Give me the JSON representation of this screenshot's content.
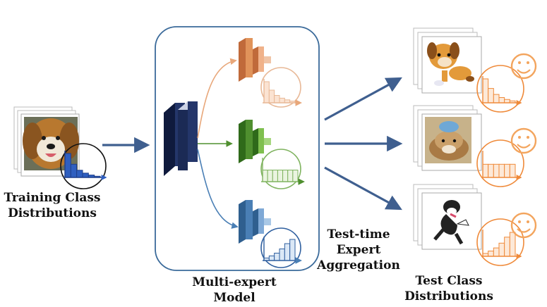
{
  "labels": {
    "training": {
      "line1": "Training Class",
      "line2": "Distributions"
    },
    "model": {
      "line1": "Multi-expert",
      "line2": "Model"
    },
    "aggregation": {
      "line1": "Test-time",
      "line2": "Expert",
      "line3": "Aggregation"
    },
    "test": {
      "line1": "Test Class",
      "line2": "Distributions"
    }
  },
  "images": {
    "training": "dog-photo",
    "test": [
      "cartoon-dog",
      "bulldog-photo",
      "cartoon-dog-running"
    ]
  },
  "icons": {
    "emotion": "smiley-icon"
  },
  "distributions": {
    "training": {
      "trend": "long-tailed",
      "values": [
        1.0,
        0.55,
        0.3,
        0.18,
        0.1,
        0.05
      ]
    },
    "expert_head": {
      "trend": "long-tailed",
      "values": [
        1.0,
        0.6,
        0.35,
        0.22,
        0.14,
        0.08
      ]
    },
    "expert_uniform": {
      "trend": "uniform",
      "values": [
        0.55,
        0.55,
        0.55,
        0.55,
        0.55,
        0.55,
        0.55
      ]
    },
    "expert_tail": {
      "trend": "inversely long-tailed",
      "values": [
        0.12,
        0.22,
        0.35,
        0.55,
        0.8,
        1.0
      ]
    },
    "test": [
      {
        "trend": "long-tailed",
        "values": [
          1.0,
          0.6,
          0.35,
          0.22,
          0.14,
          0.08
        ]
      },
      {
        "trend": "uniform",
        "values": [
          0.55,
          0.55,
          0.55,
          0.55,
          0.55,
          0.55
        ]
      },
      {
        "trend": "inversely long-tailed",
        "values": [
          0.12,
          0.22,
          0.35,
          0.55,
          0.8,
          1.0
        ]
      }
    ]
  },
  "colors": {
    "arrow": "#3f5f8f",
    "backbone": "#1b2a55",
    "expert_head": "#e0935a",
    "expert_uniform": "#4f8f2f",
    "expert_tail": "#4a7fb5",
    "training_bars": "#2f5fc0",
    "test_bars": "#ef8a3a",
    "smiley": "#f3a55e",
    "frame": "#3a6a9a"
  }
}
